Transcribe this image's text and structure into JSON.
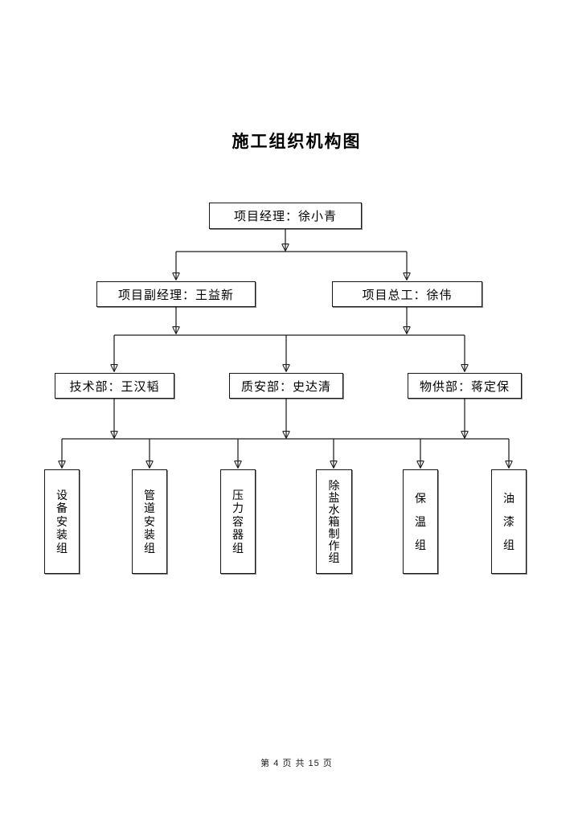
{
  "document": {
    "title": "施工组织机构图",
    "footer": "第 4 页 共 15 页",
    "page_number": "4",
    "total_pages": "15"
  },
  "nodes": {
    "project_manager": "项目经理：徐小青",
    "deputy_manager": "项目副经理：王益新",
    "chief_engineer": "项目总工：徐伟",
    "tech_dept": "技术部：王汉韬",
    "quality_safety_dept": "质安部：史达清",
    "material_supply_dept": "物供部：蒋定保",
    "equipment_install": "设备安装组",
    "pipeline_install": "管道安装组",
    "pressure_vessel": "压力容器组",
    "demin_water_tank": "除盐水箱制作组",
    "insulation": "保温组",
    "painting": "油漆组"
  },
  "org_chart": {
    "type": "org-chart",
    "levels": [
      {
        "nodes": [
          "项目经理：徐小青"
        ]
      },
      {
        "nodes": [
          "项目副经理：王益新",
          "项目总工：徐伟"
        ]
      },
      {
        "nodes": [
          "技术部：王汉韬",
          "质安部：史达清",
          "物供部：蒋定保"
        ]
      },
      {
        "nodes": [
          "设备安装组",
          "管道安装组",
          "压力容器组",
          "除盐水箱制作组",
          "保温组",
          "油漆组"
        ]
      }
    ]
  },
  "colors": {
    "background": "#ffffff",
    "line": "#1c1c1c",
    "box_border": "#161616",
    "text": "#000000"
  }
}
